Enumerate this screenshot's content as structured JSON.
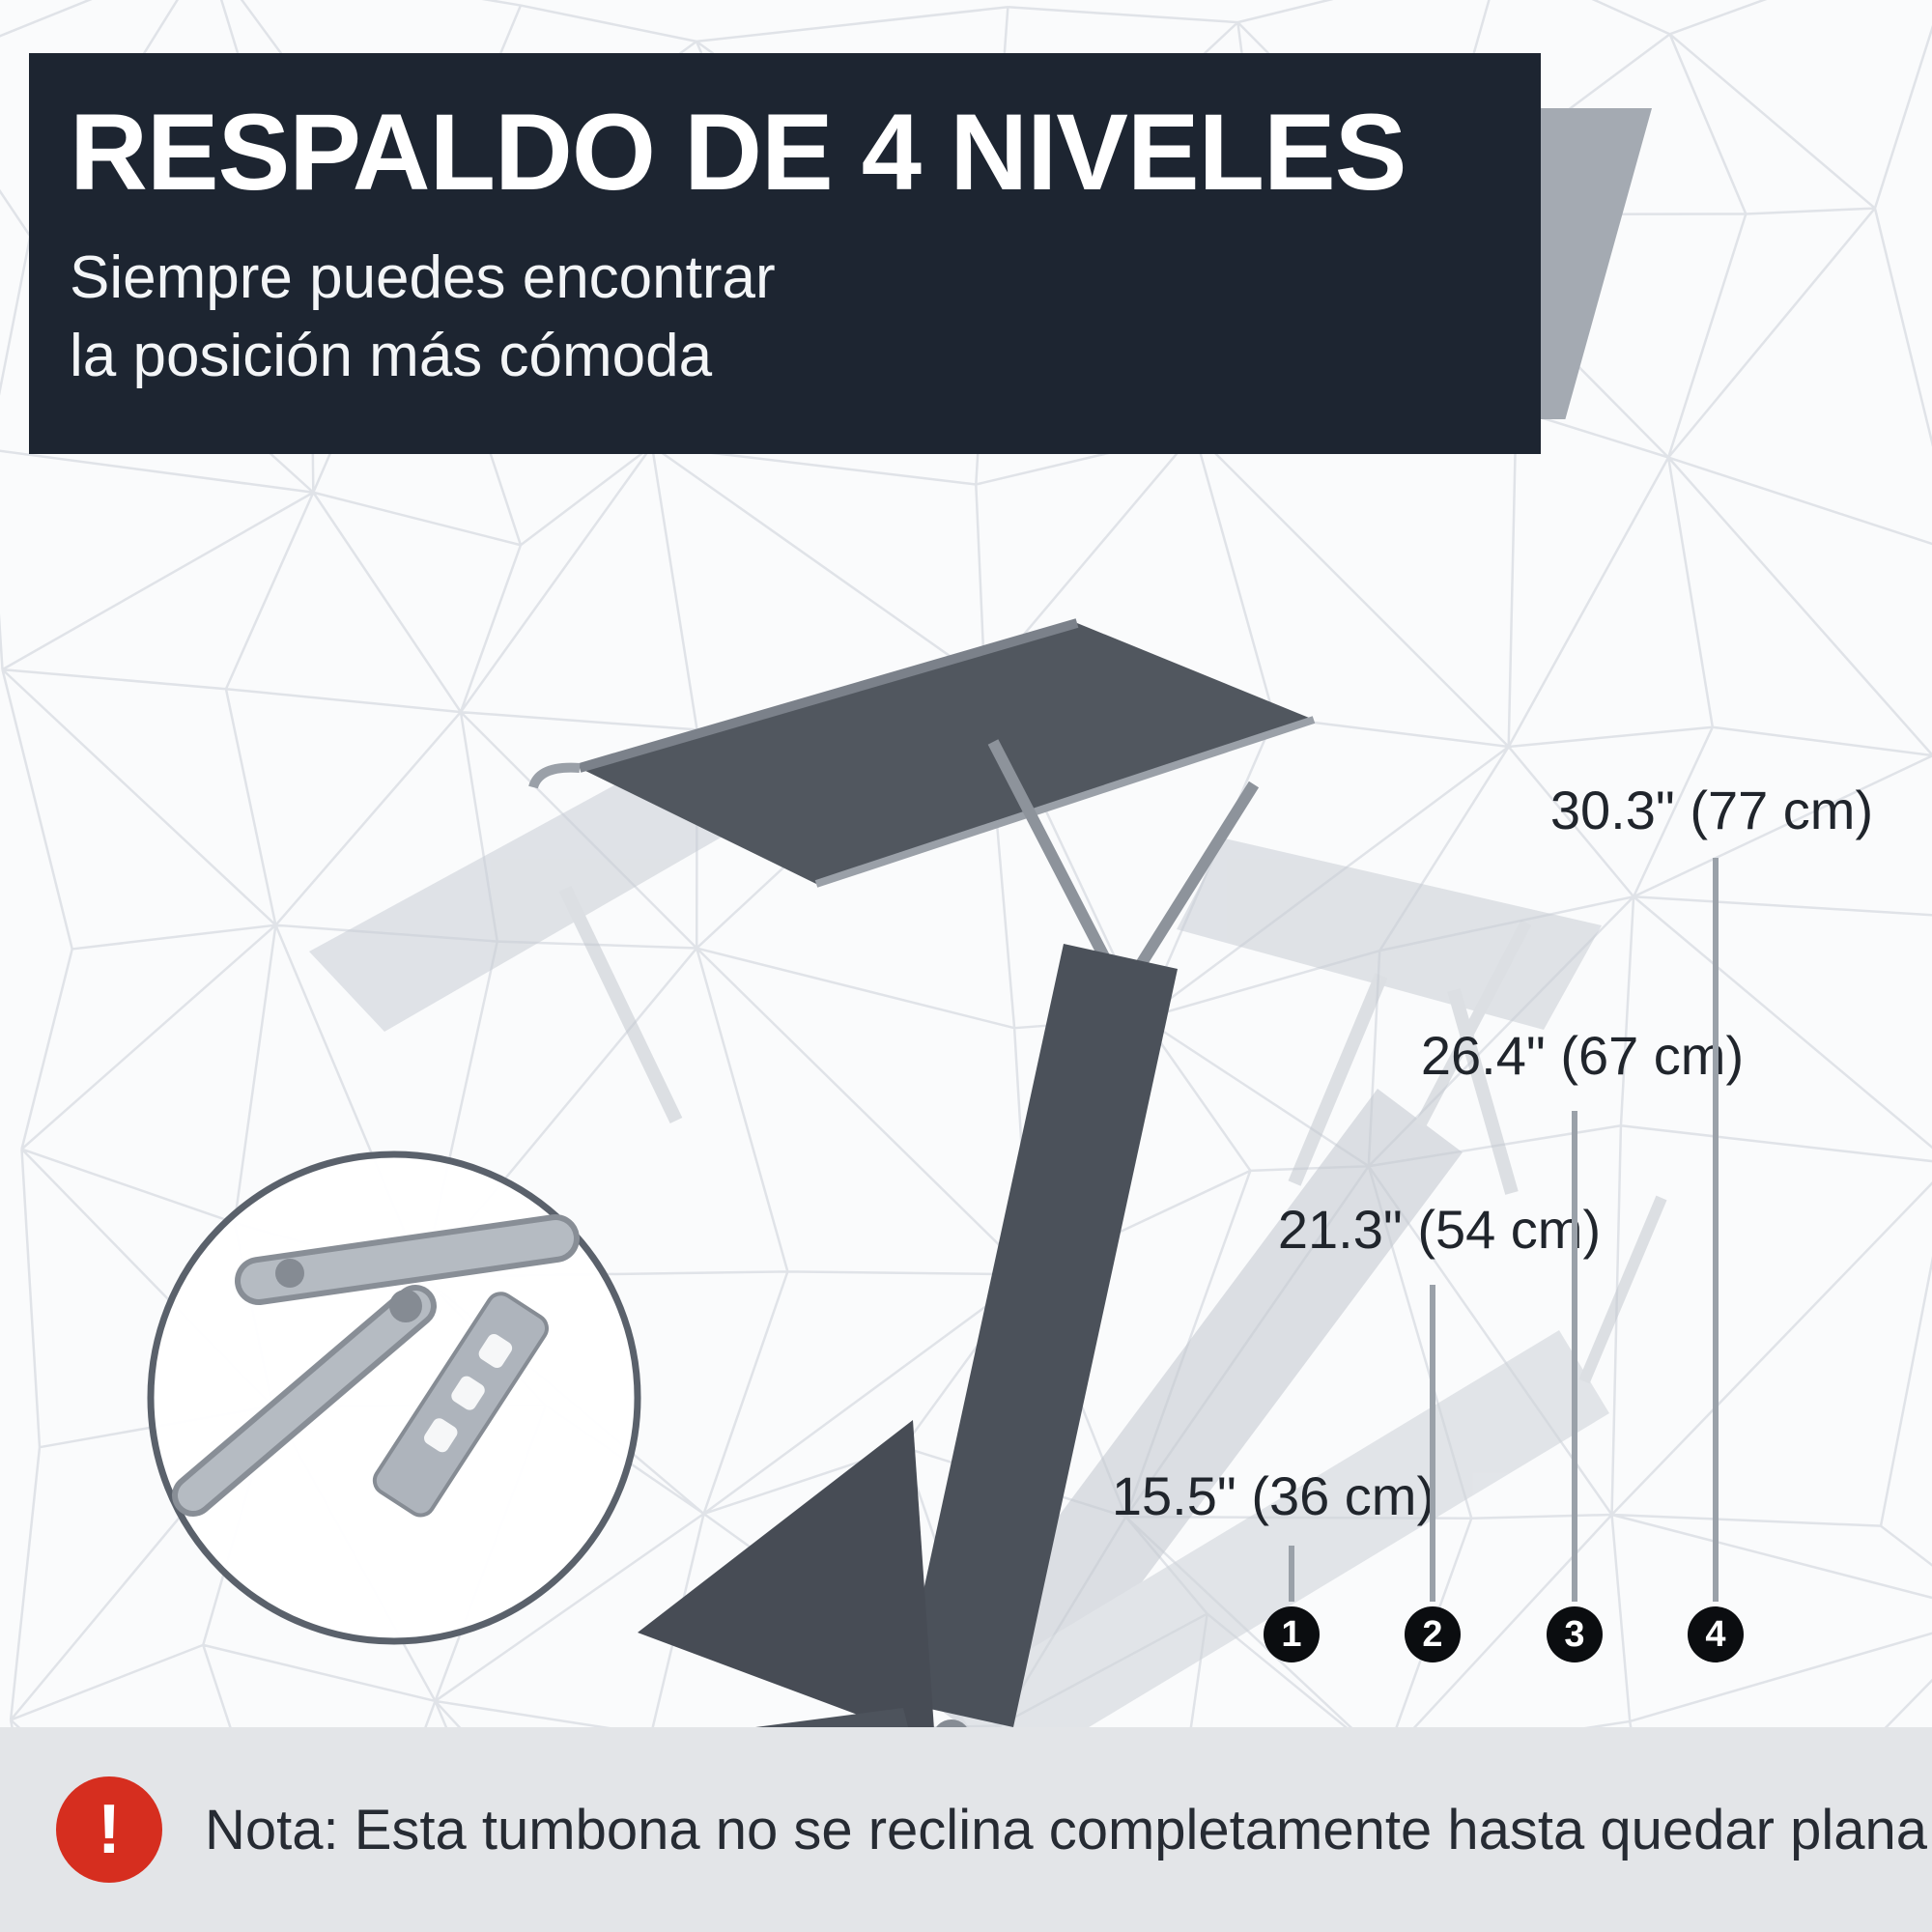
{
  "header": {
    "title": "RESPALDO DE 4 NIVELES",
    "subtitle_line1": "Siempre puedes encontrar",
    "subtitle_line2": "la posición más cómoda"
  },
  "measurements": [
    {
      "number": "1",
      "label": "15.5\" (36 cm)"
    },
    {
      "number": "2",
      "label": "21.3\" (54 cm)"
    },
    {
      "number": "3",
      "label": "26.4\" (67 cm)"
    },
    {
      "number": "4",
      "label": "30.3\" (77 cm)"
    }
  ],
  "note": {
    "icon": "!",
    "text": "Nota: Esta tumbona no se reclina completamente hasta quedar plana"
  },
  "colors": {
    "page_bg": "#fafbfc",
    "mesh_line": "#e0e3e8",
    "header_bg": "#1d2531",
    "accent": "#a4aab2",
    "fabric_dark": "#4b515a",
    "frame": "#9aa0a8",
    "ghost": "#c9ced5",
    "line": "#9aa1a9",
    "badge_bg": "#0b0d10",
    "text_dark": "#20252c",
    "note_bg": "#e3e5e8",
    "note_icon_bg": "#d62e1f"
  }
}
